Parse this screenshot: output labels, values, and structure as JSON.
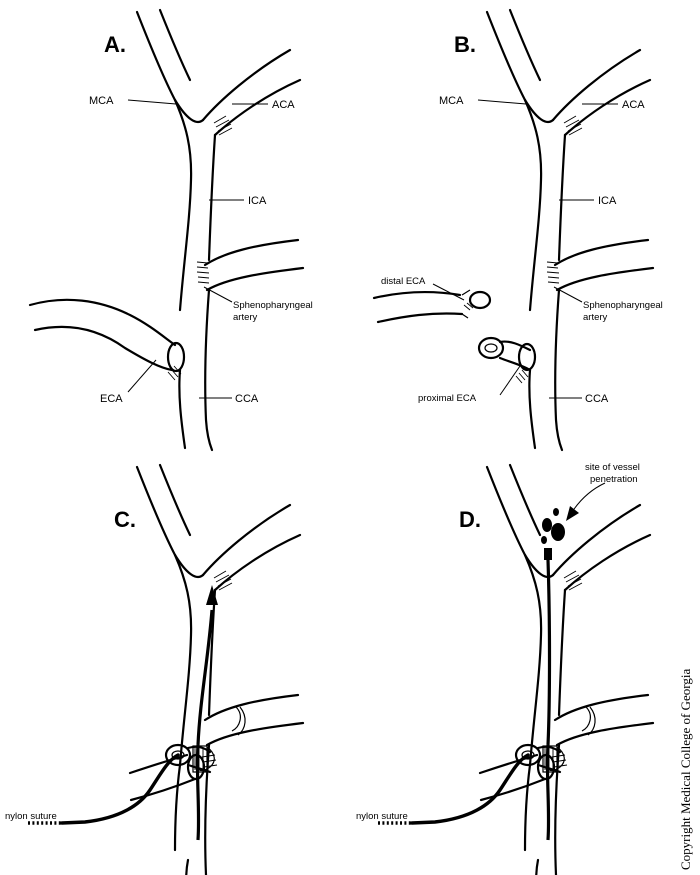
{
  "panels": [
    {
      "id": "A",
      "label": "A."
    },
    {
      "id": "B",
      "label": "B."
    },
    {
      "id": "C",
      "label": "C."
    },
    {
      "id": "D",
      "label": "D."
    }
  ],
  "labels": {
    "mca": "MCA",
    "aca": "ACA",
    "ica": "ICA",
    "eca": "ECA",
    "cca": "CCA",
    "spheno_1": "Sphenopharyngeal",
    "spheno_2": "artery",
    "distal_eca": "distal ECA",
    "proximal_eca": "proximal ECA",
    "nylon_suture": "nylon suture",
    "penetration_1": "site of vessel",
    "penetration_2": "penetration"
  },
  "copyright": "Copyright Medical College of Georgia"
}
